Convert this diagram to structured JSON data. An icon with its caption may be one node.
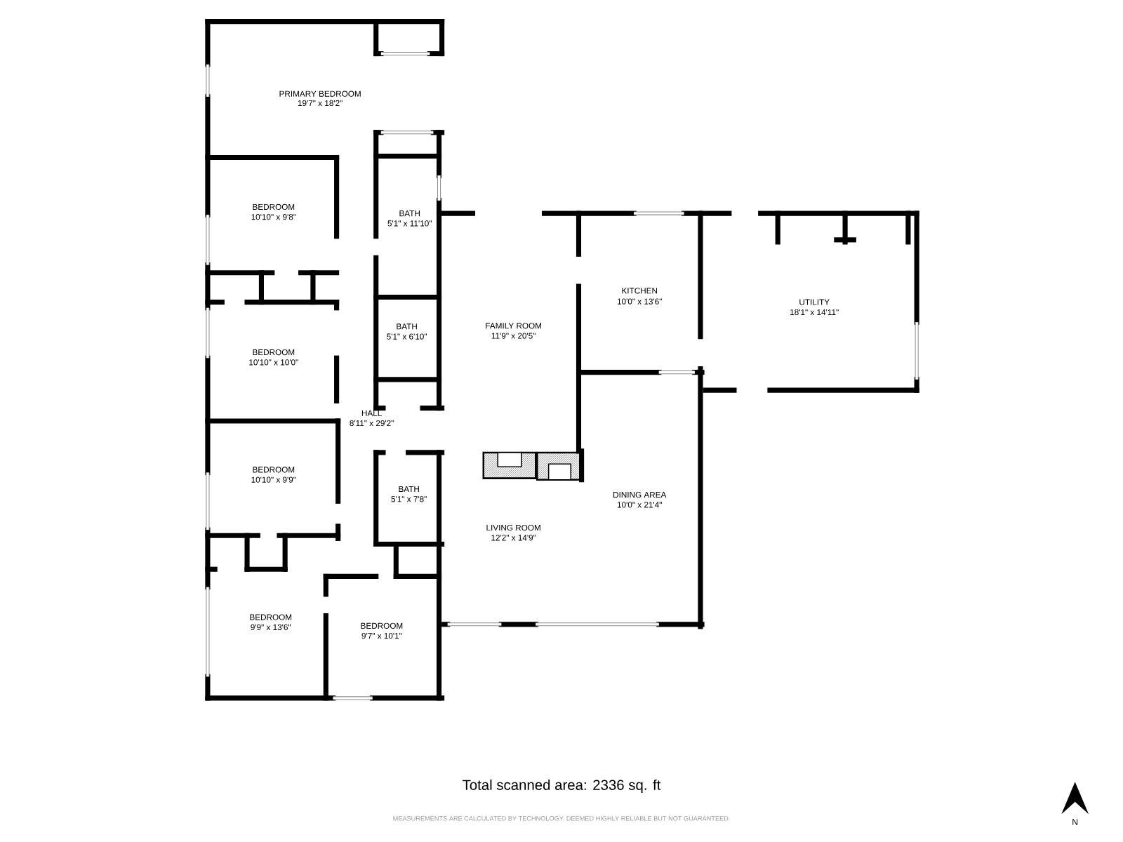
{
  "diagram": {
    "labels": [
      "PRIMARY BEDROOM",
      "19'7\" x 18'2\"",
      "BEDROOM",
      "10'10\" x 9'8\"",
      "BATH",
      "5'1\" x 11'10\"",
      "KITCHEN",
      "10'0\" x 13'6\"",
      "UTILITY",
      "18'1\" x 14'11\"",
      "BATH",
      "5'1\" x 6'10\"",
      "FAMILY ROOM",
      "11'9\" x 20'5\"",
      "BEDROOM",
      "10'10\" x 10'0\"",
      "HALL",
      "8'11\" x 29'2\"",
      "BEDROOM",
      "10'10\" x 9'9\"",
      "BATH",
      "5'1\" x 7'8\"",
      "DINING AREA",
      "10'0\" x 21'4\"",
      "LIVING ROOM",
      "12'2\" x 14'9\"",
      "BEDROOM",
      "9'9\" x 13'6\"",
      "BEDROOM",
      "9'7\" x 10'1\"",
      "Total scanned area: 2336 sq. ft",
      "MEASUREMENTS ARE CALCULATED BY TECHNOLOGY. DEEMED HIGHLY RELIABLE BUT NOT GUARANTEED.",
      "N"
    ]
  }
}
